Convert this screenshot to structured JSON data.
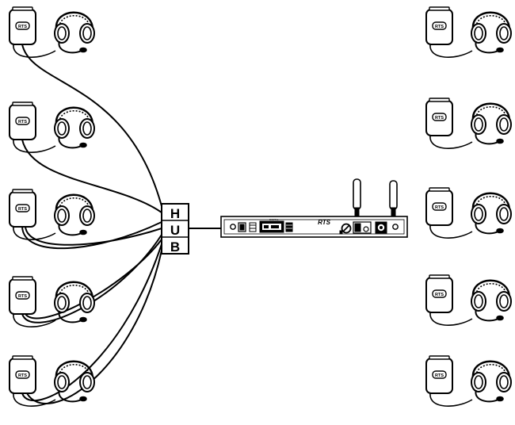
{
  "hub": {
    "letters": [
      "H",
      "U",
      "B"
    ]
  },
  "base_station": {
    "brand_label": "RTS"
  },
  "beltpack": {
    "logo_text": "RTS"
  },
  "left_stations": [
    {
      "id": "L1"
    },
    {
      "id": "L2"
    },
    {
      "id": "L3"
    },
    {
      "id": "L4"
    },
    {
      "id": "L5"
    }
  ],
  "right_stations": [
    {
      "id": "R1"
    },
    {
      "id": "R2"
    },
    {
      "id": "R3"
    },
    {
      "id": "R4"
    },
    {
      "id": "R5"
    }
  ],
  "colors": {
    "line": "#000000",
    "background": "#ffffff"
  },
  "icons": [
    "beltpack-icon",
    "headset-icon",
    "hub-box",
    "base-station-icon",
    "antenna-icon"
  ]
}
